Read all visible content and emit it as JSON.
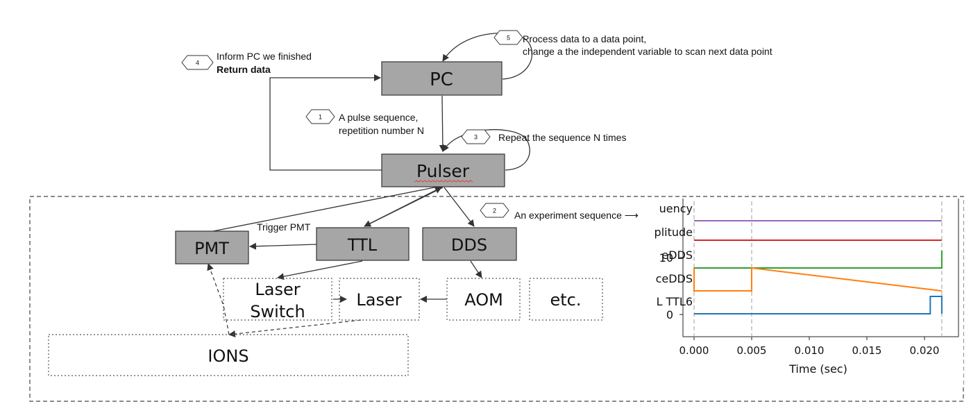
{
  "nodes": {
    "pc": "PC",
    "pulser": "Pulser",
    "pmt": "PMT",
    "ttl": "TTL",
    "dds": "DDS",
    "laser_switch_line1": "Laser",
    "laser_switch_line2": "Switch",
    "laser": "Laser",
    "aom": "AOM",
    "etc": "etc.",
    "ions": "IONS"
  },
  "steps": [
    {
      "number": "1",
      "lines": [
        "A pulse sequence,",
        "repetition number N"
      ]
    },
    {
      "number": "2",
      "lines": [
        "An experiment sequence ⟶"
      ]
    },
    {
      "number": "3",
      "lines": [
        "Repeat the sequence N times"
      ]
    },
    {
      "number": "4",
      "lines": [
        "Inform PC we finished",
        "Return data"
      ]
    },
    {
      "number": "5",
      "lines": [
        "Process data to a data point,",
        "change a the independent variable to scan next data point"
      ]
    }
  ],
  "edge_labels": {
    "trigger_pmt": "Trigger PMT"
  },
  "colors": {
    "box_fill": "#a6a6a6",
    "box_stroke": "#333333",
    "dotted_stroke": "#555555",
    "spell_underline": "#e0403a"
  },
  "chart_data": {
    "type": "line",
    "xlabel": "Time (sec)",
    "x_ticks": [
      "0.000",
      "0.005",
      "0.010",
      "0.015",
      "0.020"
    ],
    "xlim": [
      -0.001,
      0.0225
    ],
    "y_tick_labels": [
      "10",
      "0"
    ],
    "channel_labels": [
      "uency",
      "plitude",
      "eDDS",
      "ceDDS",
      "L TTL6"
    ],
    "vlines_dashed_x": [
      0.0,
      0.005,
      0.0215
    ],
    "series": [
      {
        "name": "uency",
        "color": "#9467bd",
        "x": [
          0.0,
          0.0215
        ],
        "y": [
          1,
          1
        ]
      },
      {
        "name": "plitude",
        "color": "#d62728",
        "x": [
          0.0,
          0.0215
        ],
        "y": [
          1,
          1
        ]
      },
      {
        "name": "eDDS",
        "color": "#2ca02c",
        "x": [
          0.0,
          0.0215,
          0.0215
        ],
        "y": [
          0,
          0,
          1
        ]
      },
      {
        "name": "ceDDS",
        "color": "#ff7f0e",
        "x": [
          0.0,
          0.0,
          0.005,
          0.005,
          0.0215,
          0.0215
        ],
        "y": [
          1,
          0,
          0,
          1,
          0,
          0
        ]
      },
      {
        "name": "L TTL6",
        "color": "#1f77b4",
        "x": [
          0.0,
          0.0205,
          0.0205,
          0.0215,
          0.0215
        ],
        "y": [
          0,
          0,
          1,
          1,
          0
        ]
      }
    ]
  }
}
